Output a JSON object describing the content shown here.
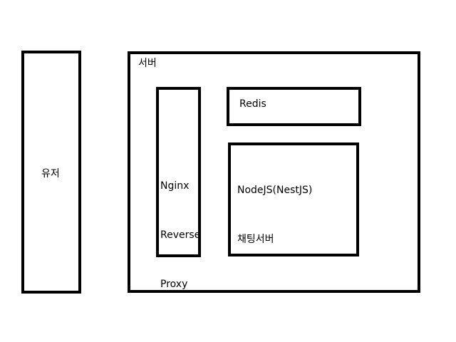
{
  "user": {
    "label": "유저"
  },
  "server": {
    "label": "서버",
    "nginx": {
      "lines": [
        "Nginx",
        "Reverse",
        "Proxy"
      ]
    },
    "redis": {
      "label": "Redis"
    },
    "node": {
      "lines": [
        "NodeJS(NestJS)",
        "채팅서버"
      ]
    }
  }
}
